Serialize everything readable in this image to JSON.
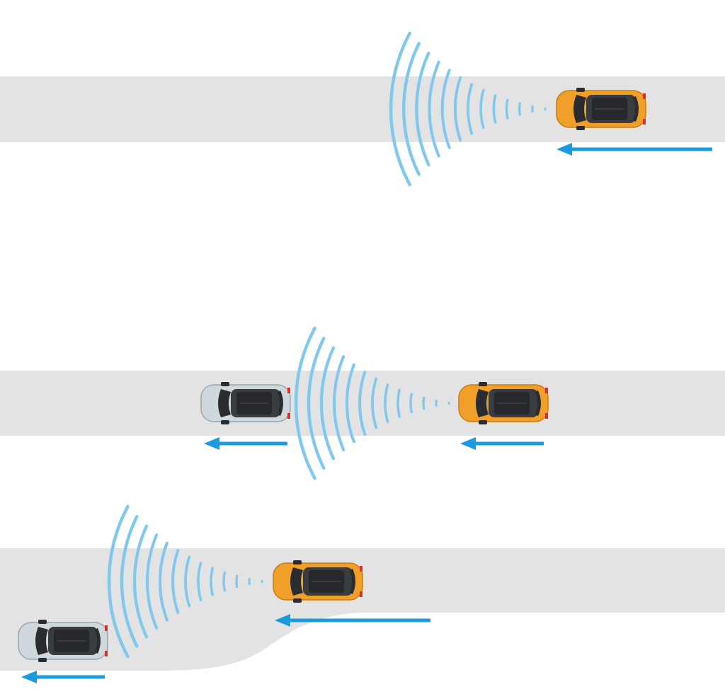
{
  "colors": {
    "road": "#e3e3e3",
    "background": "#ffffff",
    "arrow": "#1a9be0",
    "radar_wave": "#80c8ee",
    "ego_car_body": "#f0a028",
    "other_car_body": "#cfd8dc",
    "car_roof": "#3a3d40",
    "car_glass": "#1f2124"
  },
  "icons": {
    "ego_vehicle": "orange-car-topdown-icon",
    "lead_vehicle": "silver-car-topdown-icon",
    "radar": "radar-waves-icon",
    "direction": "left-arrow-icon"
  },
  "scenes": [
    {
      "id": "no-vehicle-ahead",
      "vehicles": [
        "ego"
      ],
      "radar": true,
      "arrows": [
        "ego"
      ]
    },
    {
      "id": "vehicle-ahead-same-lane",
      "vehicles": [
        "lead",
        "ego"
      ],
      "radar": true,
      "arrows": [
        "lead",
        "ego"
      ]
    },
    {
      "id": "lead-vehicle-exits-lane",
      "vehicles": [
        "ego",
        "lead"
      ],
      "radar": true,
      "arrows": [
        "ego",
        "lead"
      ]
    }
  ]
}
